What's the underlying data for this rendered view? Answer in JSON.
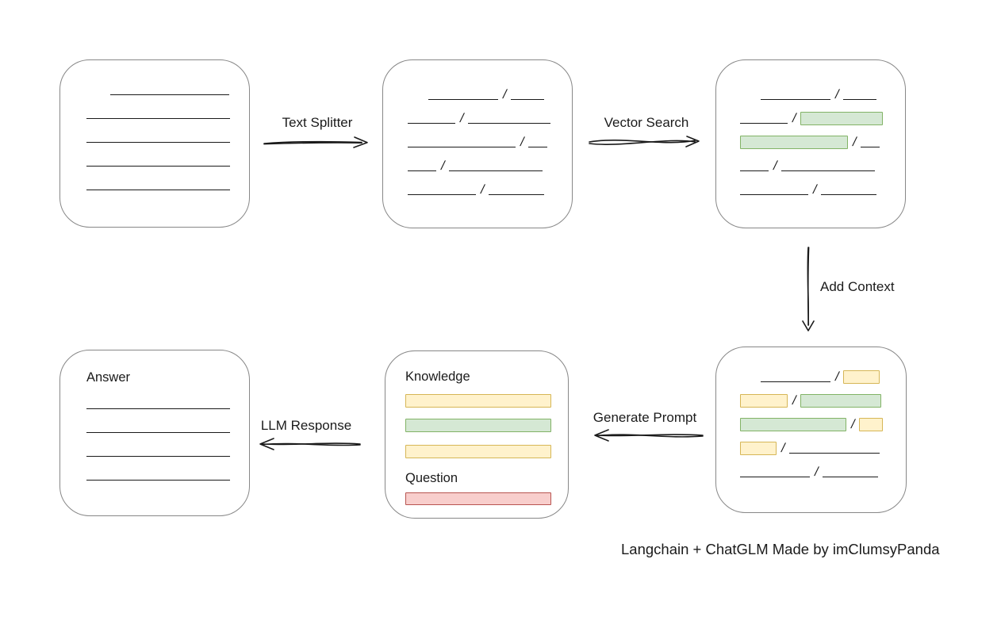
{
  "colors": {
    "green_fill": "#d5e8d4",
    "green_stroke": "#82b366",
    "yellow_fill": "#fff2cc",
    "yellow_stroke": "#d6b656",
    "red_fill": "#f8cecc",
    "red_stroke": "#b85450",
    "box_stroke": "#878787",
    "line_color": "#1a1a1a",
    "text_color": "#1b1b1b"
  },
  "labels": {
    "text_splitter": "Text Splitter",
    "vector_search": "Vector Search",
    "add_context": "Add Context",
    "generate_prompt": "Generate Prompt",
    "llm_response": "LLM Response",
    "knowledge": "Knowledge",
    "question": "Question",
    "answer": "Answer"
  },
  "caption": "Langchain + ChatGLM Made by imClumsyPanda",
  "slash_char": "/",
  "rows": {
    "document": [
      [
        [
          "gap",
          30
        ],
        [
          "line",
          150
        ]
      ],
      [
        [
          "line",
          181
        ]
      ],
      [
        [
          "line",
          181
        ]
      ],
      [
        [
          "line",
          181
        ]
      ],
      [
        [
          "line",
          181
        ]
      ]
    ],
    "split": [
      [
        [
          "gap",
          26
        ],
        [
          "line",
          88
        ],
        [
          "slash"
        ],
        [
          "line",
          42
        ]
      ],
      [
        [
          "line",
          60
        ],
        [
          "slash"
        ],
        [
          "line",
          104
        ]
      ],
      [
        [
          "line",
          136
        ],
        [
          "slash"
        ],
        [
          "line",
          24
        ]
      ],
      [
        [
          "line",
          36
        ],
        [
          "slash"
        ],
        [
          "line",
          118
        ]
      ],
      [
        [
          "line",
          86
        ],
        [
          "slash"
        ],
        [
          "line",
          70
        ]
      ]
    ],
    "searched": [
      [
        [
          "gap",
          26
        ],
        [
          "line",
          88
        ],
        [
          "slash"
        ],
        [
          "line",
          42
        ]
      ],
      [
        [
          "line",
          60
        ],
        [
          "slash"
        ],
        [
          "green",
          102
        ]
      ],
      [
        [
          "green",
          134
        ],
        [
          "slash"
        ],
        [
          "line",
          24
        ]
      ],
      [
        [
          "line",
          36
        ],
        [
          "slash"
        ],
        [
          "line",
          118
        ]
      ],
      [
        [
          "line",
          86
        ],
        [
          "slash"
        ],
        [
          "line",
          70
        ]
      ]
    ],
    "context": [
      [
        [
          "gap",
          26
        ],
        [
          "line",
          88
        ],
        [
          "slash"
        ],
        [
          "yellow",
          44
        ]
      ],
      [
        [
          "yellow",
          58
        ],
        [
          "slash"
        ],
        [
          "green",
          100
        ]
      ],
      [
        [
          "green",
          132
        ],
        [
          "slash"
        ],
        [
          "yellow",
          28
        ]
      ],
      [
        [
          "yellow",
          44
        ],
        [
          "slash"
        ],
        [
          "line",
          114
        ]
      ],
      [
        [
          "line",
          88
        ],
        [
          "slash"
        ],
        [
          "line",
          70
        ]
      ]
    ],
    "answer": [
      [
        [
          "line",
          181
        ]
      ],
      [
        [
          "line",
          181
        ]
      ],
      [
        [
          "line",
          181
        ]
      ],
      [
        [
          "line",
          181
        ]
      ]
    ]
  }
}
